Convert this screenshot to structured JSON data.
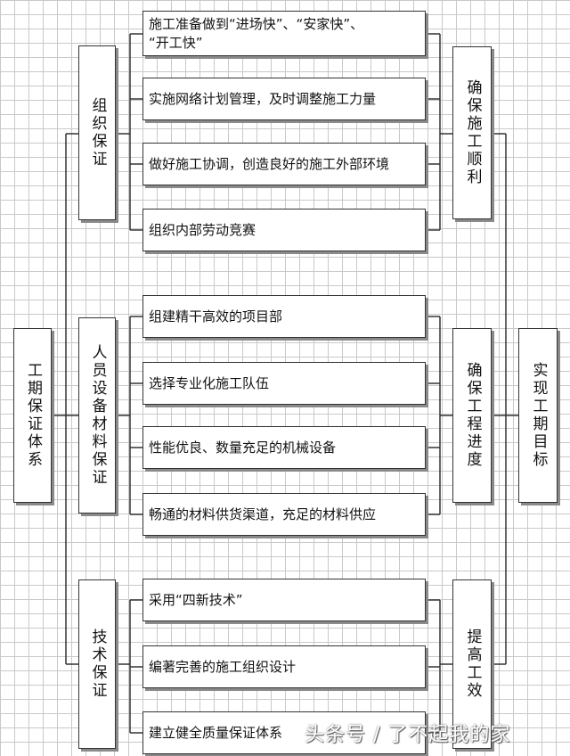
{
  "root": "工期保证体系",
  "groups": [
    {
      "label": "组织保证",
      "items": [
        "施工准备做到“进场快”、“安家快”、\n“开工快”",
        "实施网络计划管理，及时调整施工力量",
        "做好施工协调，创造良好的施工外部环境",
        "组织内部劳动竞赛"
      ],
      "outcome": "确保施工顺利"
    },
    {
      "label": "人员设备材料保证",
      "items": [
        "组建精干高效的项目部",
        "选择专业化施工队伍",
        "性能优良、数量充足的机械设备",
        "畅通的材料供货渠道，充足的材料供应"
      ],
      "outcome": "确保工程进度"
    },
    {
      "label": "技术保证",
      "items": [
        "采用“四新技术”",
        "编著完善的施工组织设计",
        "建立健全质量保证体系"
      ],
      "outcome": "提高工效"
    }
  ],
  "goal": "实现工期目标",
  "watermark": "头条号 / 了不起我的家"
}
